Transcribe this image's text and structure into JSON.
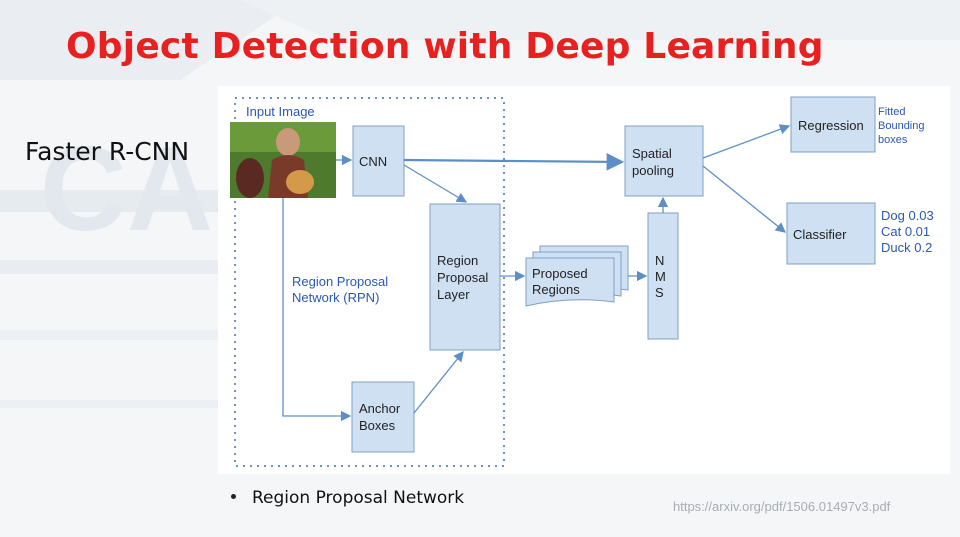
{
  "slide": {
    "title": "Object Detection with Deep Learning",
    "subtitle": "Faster R-CNN",
    "bullet": "Region Proposal Network",
    "source_url": "https://arxiv.org/pdf/1506.01497v3.pdf"
  },
  "diagram": {
    "input_image_label": "Input Image",
    "rpn_label_line1": "Region Proposal",
    "rpn_label_line2": "Network (RPN)",
    "cnn": "CNN",
    "anchor_line1": "Anchor",
    "anchor_line2": "Boxes",
    "region_layer_line1": "Region",
    "region_layer_line2": "Proposal",
    "region_layer_line3": "Layer",
    "proposed_line1": "Proposed",
    "proposed_line2": "Regions",
    "nms_n": "N",
    "nms_m": "M",
    "nms_s": "S",
    "spatial_line1": "Spatial",
    "spatial_line2": "pooling",
    "regression": "Regression",
    "classifier": "Classifier",
    "fitted_line1": "Fitted",
    "fitted_line2": "Bounding",
    "fitted_line3": "boxes",
    "outputs": [
      "Dog 0.03",
      "Cat 0.01",
      "Duck 0.2"
    ]
  },
  "colors": {
    "title": "#e8201f",
    "box_fill": "#cfe0f3",
    "box_stroke": "#7f9fc4",
    "arrow": "#5d8fc6",
    "label_blue": "#2a58b4"
  }
}
